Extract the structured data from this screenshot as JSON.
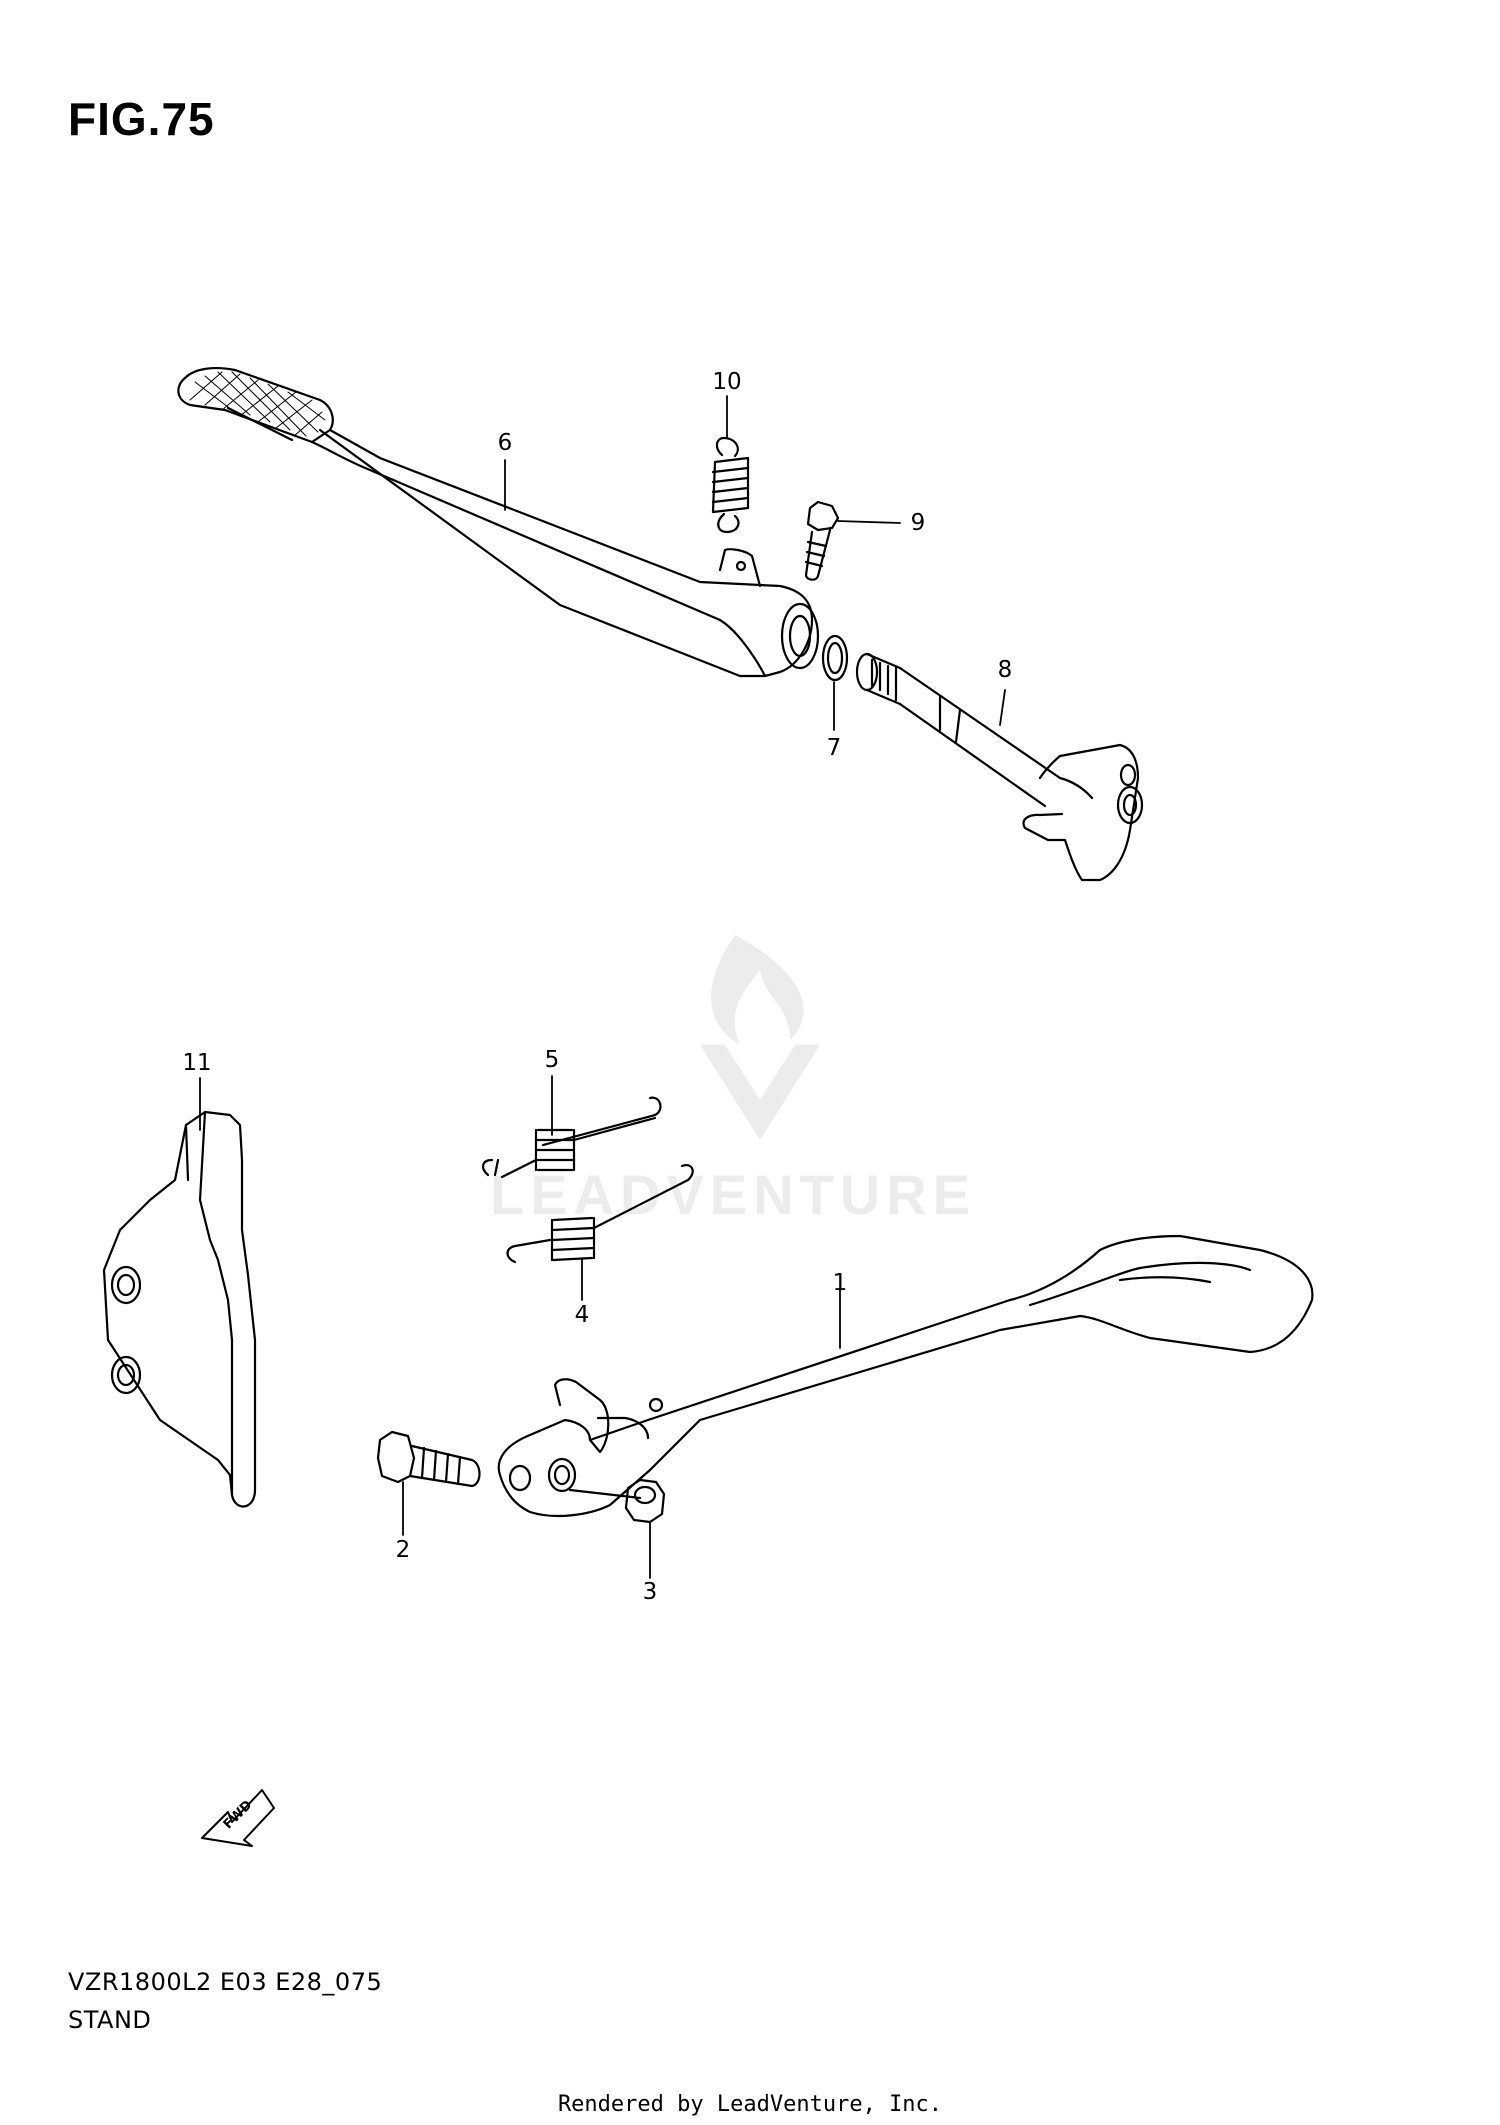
{
  "figure": {
    "title": "FIG.75"
  },
  "callouts": {
    "c1": "1",
    "c2": "2",
    "c3": "3",
    "c4": "4",
    "c5": "5",
    "c6": "6",
    "c7": "7",
    "c8": "8",
    "c9": "9",
    "c10": "10",
    "c11": "11"
  },
  "model_code": "VZR1800L2 E03 E28_075",
  "section": "STAND",
  "fwd_label": "FWD",
  "watermark": {
    "text": "LEADVENTURE",
    "icon": "flame-v-logo-icon"
  },
  "footer": "Rendered by LeadVenture, Inc.",
  "colors": {
    "line": "#000000",
    "background": "#ffffff",
    "watermark": "#ececec"
  }
}
